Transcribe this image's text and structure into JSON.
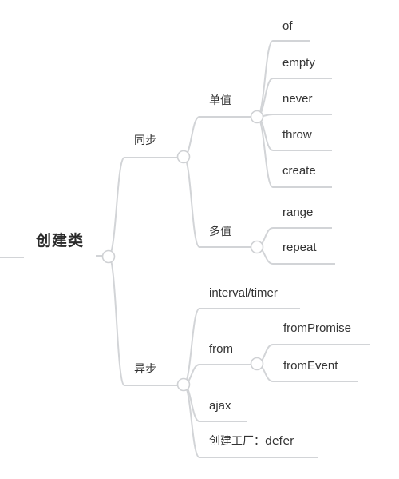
{
  "root": {
    "label": "创建类"
  },
  "branches": {
    "sync": {
      "label": "同步",
      "single": {
        "label": "单值",
        "items": [
          "of",
          "empty",
          "never",
          "throw",
          "create"
        ]
      },
      "multi": {
        "label": "多值",
        "items": [
          "range",
          "repeat"
        ]
      }
    },
    "async": {
      "label": "异步",
      "interval": "interval/timer",
      "from": {
        "label": "from",
        "items": [
          "fromPromise",
          "fromEvent"
        ]
      },
      "ajax": "ajax",
      "factory": "创建工厂：defer"
    }
  },
  "colors": {
    "line": "#d4d6d9",
    "text": "#333333",
    "root_bg": "#ffffff",
    "page_bg": "#ffffff"
  }
}
